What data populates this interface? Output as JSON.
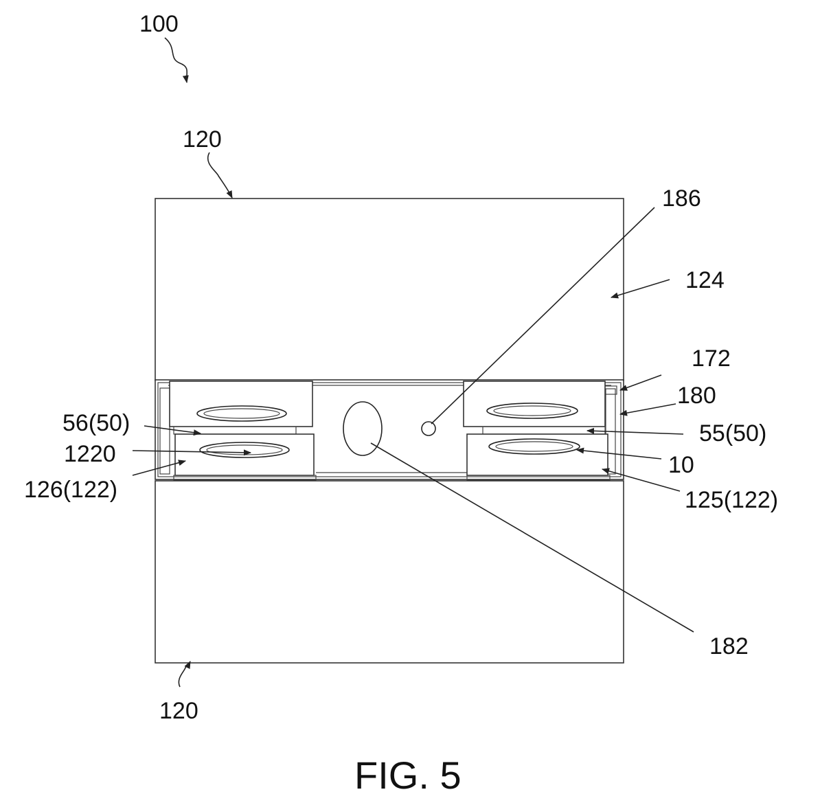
{
  "figure": {
    "caption": "FIG. 5",
    "labels": {
      "device": "100",
      "top_module": "120",
      "bottom_module": "120",
      "l186": "186",
      "l124": "124",
      "l172": "172",
      "l180": "180",
      "l56": "56(50)",
      "l55": "55(50)",
      "l1220": "1220",
      "l10": "10",
      "l126": "126(122)",
      "l125": "125(122)",
      "l182": "182"
    }
  }
}
